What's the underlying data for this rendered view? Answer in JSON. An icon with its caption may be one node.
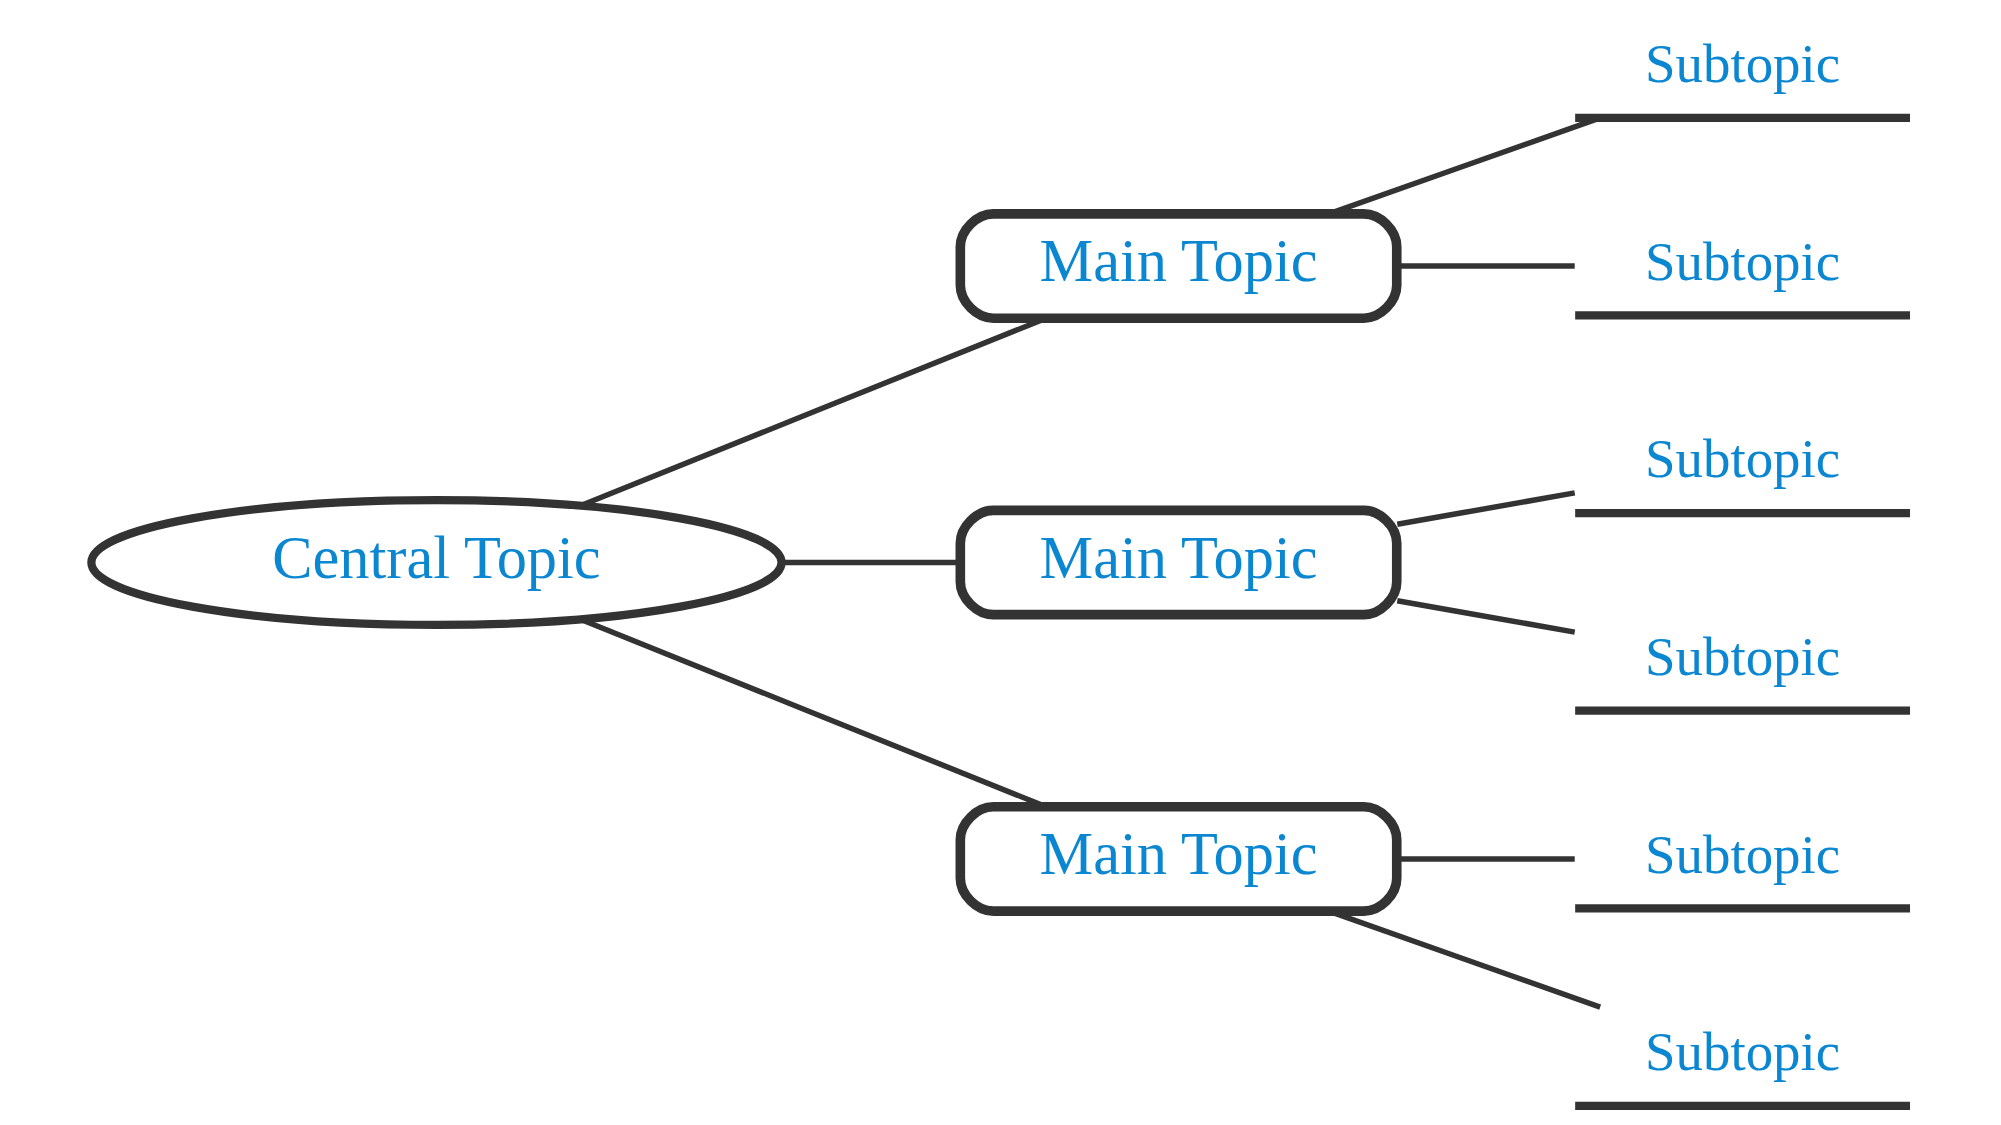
{
  "diagram": {
    "nodes": [
      {
        "text": [
          "Central Topic"
        ]
      },
      {
        "text": [
          "Main Topic"
        ]
      },
      {
        "text": [
          "Main Topic"
        ]
      },
      {
        "text": [
          "Main Topic"
        ]
      },
      {
        "text": [
          "Subtopic"
        ]
      },
      {
        "text": [
          "Subtopic"
        ]
      },
      {
        "text": [
          "Subtopic"
        ]
      },
      {
        "text": [
          "Subtopic"
        ]
      },
      {
        "text": [
          "Subtopic"
        ]
      },
      {
        "text": [
          "Subtopic"
        ]
      }
    ],
    "edges": [
      {
        "from": 0,
        "to": 1,
        "arrow": "none"
      },
      {
        "from": 0,
        "to": 2,
        "arrow": "none"
      },
      {
        "from": 0,
        "to": 3,
        "arrow": "none"
      },
      {
        "from": 1,
        "to": 4,
        "arrow": "none"
      },
      {
        "from": 1,
        "to": 5,
        "arrow": "none"
      },
      {
        "from": 2,
        "to": 6,
        "arrow": "none"
      },
      {
        "from": 2,
        "to": 7,
        "arrow": "none"
      },
      {
        "from": 3,
        "to": 8,
        "arrow": "none"
      },
      {
        "from": 3,
        "to": 9,
        "arrow": "none"
      }
    ]
  }
}
